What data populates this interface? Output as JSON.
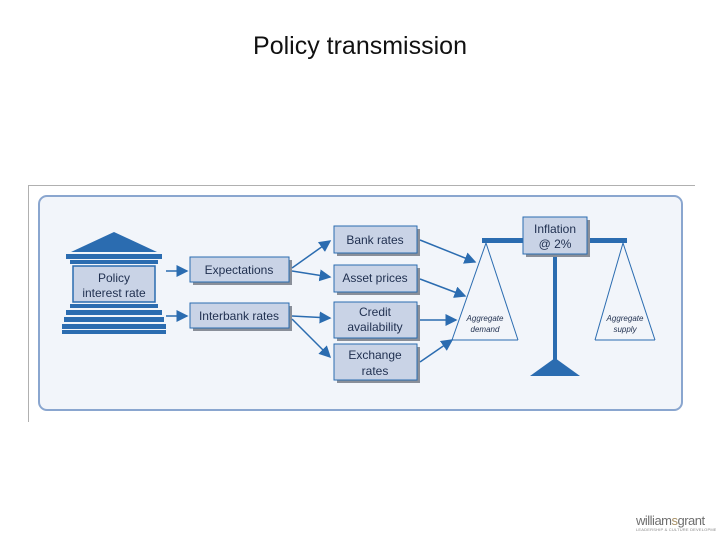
{
  "slide": {
    "title": "Policy transmission"
  },
  "diagram": {
    "source": {
      "line1": "Policy",
      "line2": "interest rate"
    },
    "channels": [
      {
        "label": "Expectations"
      },
      {
        "label": "Interbank rates"
      }
    ],
    "markets": [
      {
        "line1": "Bank rates",
        "line2": ""
      },
      {
        "line1": "Asset prices",
        "line2": ""
      },
      {
        "line1": "Credit",
        "line2": "availability"
      },
      {
        "line1": "Exchange",
        "line2": "rates"
      }
    ],
    "target": {
      "line1": "Inflation",
      "line2": "@ 2%"
    },
    "balance": {
      "left_line1": "Aggregate",
      "left_line2": "demand",
      "right_line1": "Aggregate",
      "right_line2": "supply"
    },
    "colors": {
      "primary": "#2b6cb0",
      "box_fill": "#c9d3e6",
      "box_shadow": "#8a8f99",
      "frame_fill": "#f2f5fa",
      "frame_stroke": "#8aa6cf",
      "text": "#1f2f4f"
    }
  },
  "logo": {
    "word_a": "william",
    "word_b": "s",
    "word_c": "grant",
    "tagline": "LEADERSHIP & CULTURE DEVELOPMENT"
  }
}
